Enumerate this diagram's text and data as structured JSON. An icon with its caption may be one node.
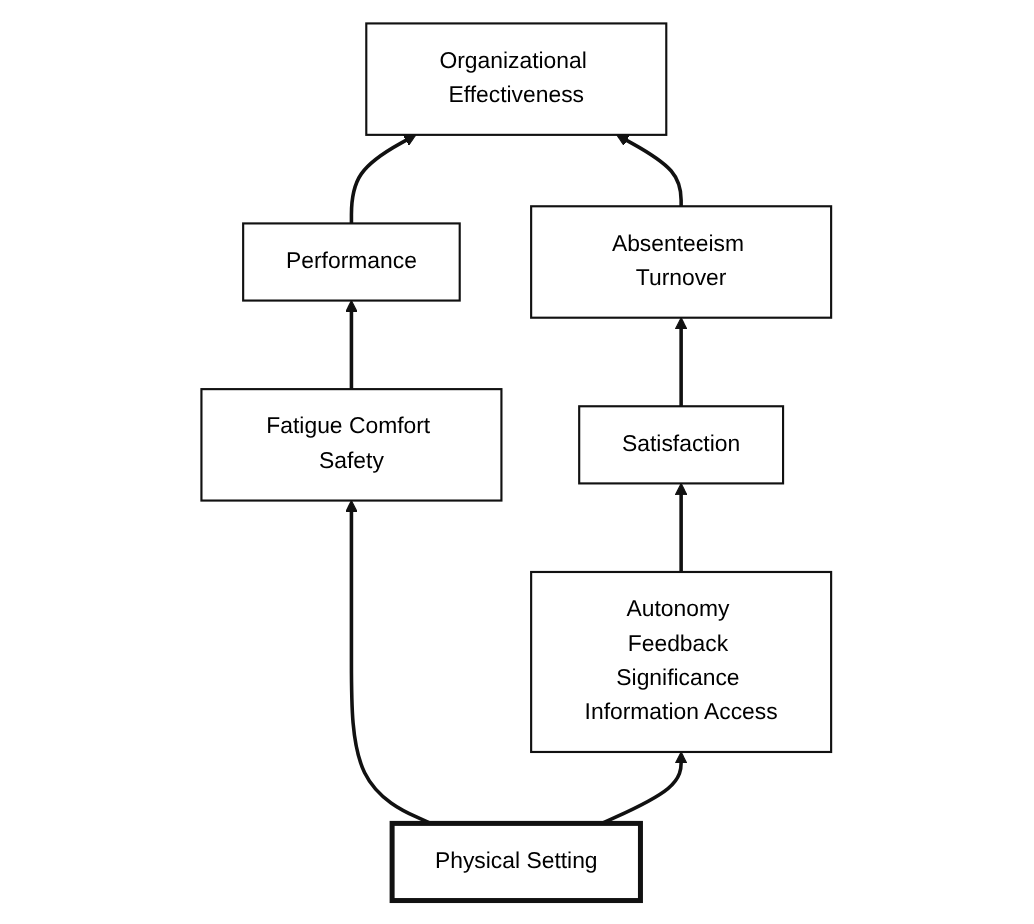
{
  "diagram": {
    "nodes": [
      {
        "text": [
          "Organizational Effectiveness"
        ]
      },
      {
        "text": [
          "Performance"
        ]
      },
      {
        "text": [
          "Absenteeism Turnover"
        ]
      },
      {
        "text": [
          "Satisfaction"
        ]
      },
      {
        "text": [
          "Fatigue Comfort Safety"
        ]
      },
      {
        "text": [
          "Autonomy Feedback Significance Information Access"
        ]
      },
      {
        "text": [
          "Physical Setting"
        ]
      }
    ],
    "edges": [
      {
        "from": 6,
        "to": 4,
        "arrow": "to"
      },
      {
        "from": 6,
        "to": 5,
        "arrow": "to"
      },
      {
        "from": 4,
        "to": 1,
        "arrow": "to"
      },
      {
        "from": 1,
        "to": 0,
        "arrow": "to"
      },
      {
        "from": 5,
        "to": 3,
        "arrow": "to"
      },
      {
        "from": 3,
        "to": 2,
        "arrow": "to"
      },
      {
        "from": 2,
        "to": 0,
        "arrow": "to"
      }
    ]
  }
}
